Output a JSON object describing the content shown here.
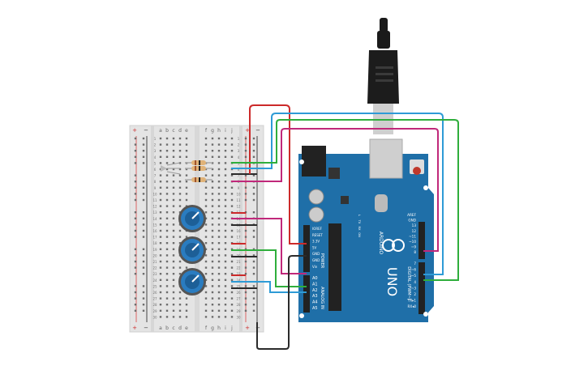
{
  "breadboard": {
    "rail_plus": "+",
    "rail_minus": "−",
    "column_letters_left": [
      "a",
      "b",
      "c",
      "d",
      "e"
    ],
    "column_letters_right": [
      "f",
      "g",
      "h",
      "i",
      "j"
    ],
    "row_numbers": [
      "1",
      "2",
      "3",
      "4",
      "5",
      "6",
      "7",
      "8",
      "9",
      "10",
      "11",
      "12",
      "13",
      "14",
      "15",
      "16",
      "17",
      "18",
      "19",
      "20",
      "21",
      "22",
      "23",
      "24",
      "25",
      "26",
      "27",
      "28",
      "29",
      "30"
    ]
  },
  "arduino": {
    "board_name": "UNO",
    "brand": "ARDUINO",
    "power_header_title": "POWER",
    "analog_header_title": "ANALOG IN",
    "digital_header_title": "DIGITAL (PWM~)",
    "power_pins": [
      "IOREF",
      "RESET",
      "3.3V",
      "5V",
      "GND",
      "GND",
      "Vin"
    ],
    "analog_pins": [
      "A0",
      "A1",
      "A2",
      "A3",
      "A4",
      "A5"
    ],
    "digital_pins": [
      "AREF",
      "GND",
      "13",
      "12",
      "~11",
      "~10",
      "~9",
      "8",
      "7",
      "~6",
      "~5",
      "4",
      "~3",
      "2",
      "TX▸1",
      "RX◂0"
    ],
    "led_labels": [
      "L",
      "TX",
      "RX",
      "ON"
    ]
  },
  "colors": {
    "board_blue": "#1f6fa8",
    "wire_red": "#cc2a2a",
    "wire_blue": "#2e9bd6",
    "wire_green": "#2fae3c",
    "wire_magenta": "#c0287a",
    "wire_black": "#2b2b2b",
    "breadboard": "#e6e6e6",
    "pot_blue": "#2a7cc0"
  }
}
